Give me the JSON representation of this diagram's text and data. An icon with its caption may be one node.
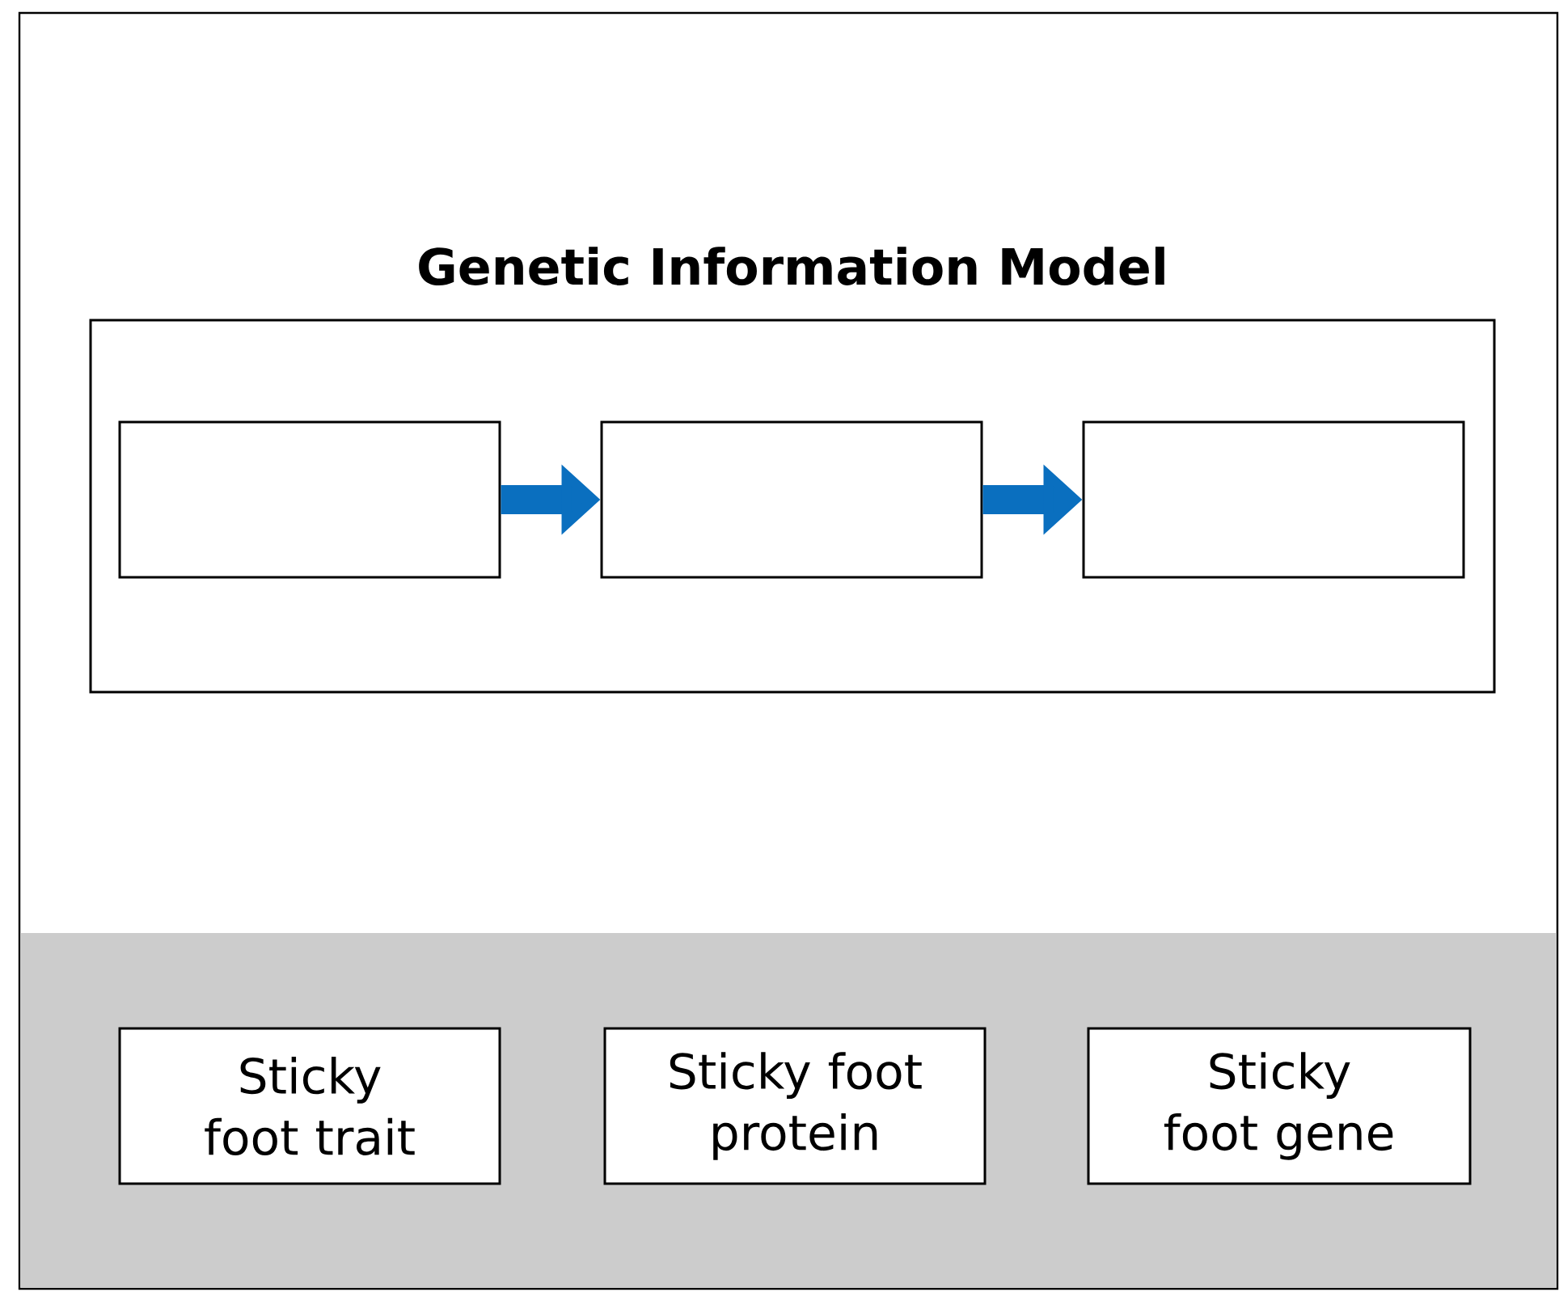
{
  "diagram": {
    "nodes": [
      {
        "text": [
          "Genetic Information Model"
        ]
      },
      {
        "text": [],
        "shape": "box",
        "in": 0
      },
      {
        "text": [],
        "shape": "box",
        "in": 0
      },
      {
        "text": [],
        "shape": "box",
        "in": 0
      },
      {
        "text": [
          "Sticky foot trait"
        ]
      },
      {
        "text": [
          "Sticky foot protein"
        ]
      },
      {
        "text": [
          "Sticky foot gene"
        ]
      }
    ],
    "edges": [
      {
        "from": 1,
        "to": 2,
        "arrow": "to"
      },
      {
        "from": 2,
        "to": 3,
        "arrow": "to"
      }
    ]
  }
}
